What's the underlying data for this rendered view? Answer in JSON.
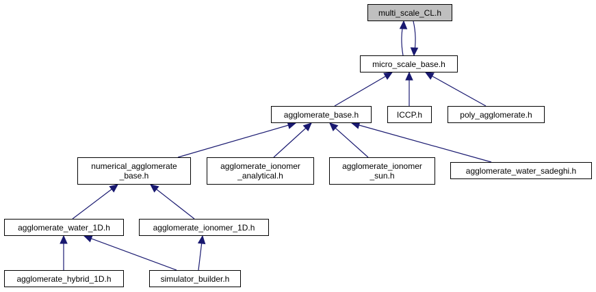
{
  "diagram": {
    "type": "include-dependency-graph",
    "colors": {
      "edge": "#191970",
      "root_fill": "#bfbfbf",
      "node_fill": "#ffffff",
      "border": "#000000"
    },
    "nodes": {
      "multi_scale_cl": "multi_scale_CL.h",
      "micro_scale_base": "micro_scale_base.h",
      "agglomerate_base": "agglomerate_base.h",
      "iccp": "ICCP.h",
      "poly_agglomerate": "poly_agglomerate.h",
      "numerical_agglomerate_base": "numerical_agglomerate\n_base.h",
      "agglomerate_ionomer_analytical": "agglomerate_ionomer\n_analytical.h",
      "agglomerate_ionomer_sun": "agglomerate_ionomer\n_sun.h",
      "agglomerate_water_sadeghi": "agglomerate_water_sadeghi.h",
      "agglomerate_water_1d": "agglomerate_water_1D.h",
      "agglomerate_ionomer_1d": "agglomerate_ionomer_1D.h",
      "agglomerate_hybrid_1d": "agglomerate_hybrid_1D.h",
      "simulator_builder": "simulator_builder.h"
    },
    "edges": [
      {
        "from": "micro_scale_base",
        "to": "multi_scale_cl"
      },
      {
        "from": "multi_scale_cl",
        "to": "micro_scale_base"
      },
      {
        "from": "agglomerate_base",
        "to": "micro_scale_base"
      },
      {
        "from": "iccp",
        "to": "micro_scale_base"
      },
      {
        "from": "poly_agglomerate",
        "to": "micro_scale_base"
      },
      {
        "from": "numerical_agglomerate_base",
        "to": "agglomerate_base"
      },
      {
        "from": "agglomerate_ionomer_analytical",
        "to": "agglomerate_base"
      },
      {
        "from": "agglomerate_ionomer_sun",
        "to": "agglomerate_base"
      },
      {
        "from": "agglomerate_water_sadeghi",
        "to": "agglomerate_base"
      },
      {
        "from": "agglomerate_water_1d",
        "to": "numerical_agglomerate_base"
      },
      {
        "from": "agglomerate_ionomer_1d",
        "to": "numerical_agglomerate_base"
      },
      {
        "from": "agglomerate_hybrid_1d",
        "to": "agglomerate_water_1d"
      },
      {
        "from": "simulator_builder",
        "to": "agglomerate_water_1d"
      },
      {
        "from": "simulator_builder",
        "to": "agglomerate_ionomer_1d"
      }
    ]
  }
}
